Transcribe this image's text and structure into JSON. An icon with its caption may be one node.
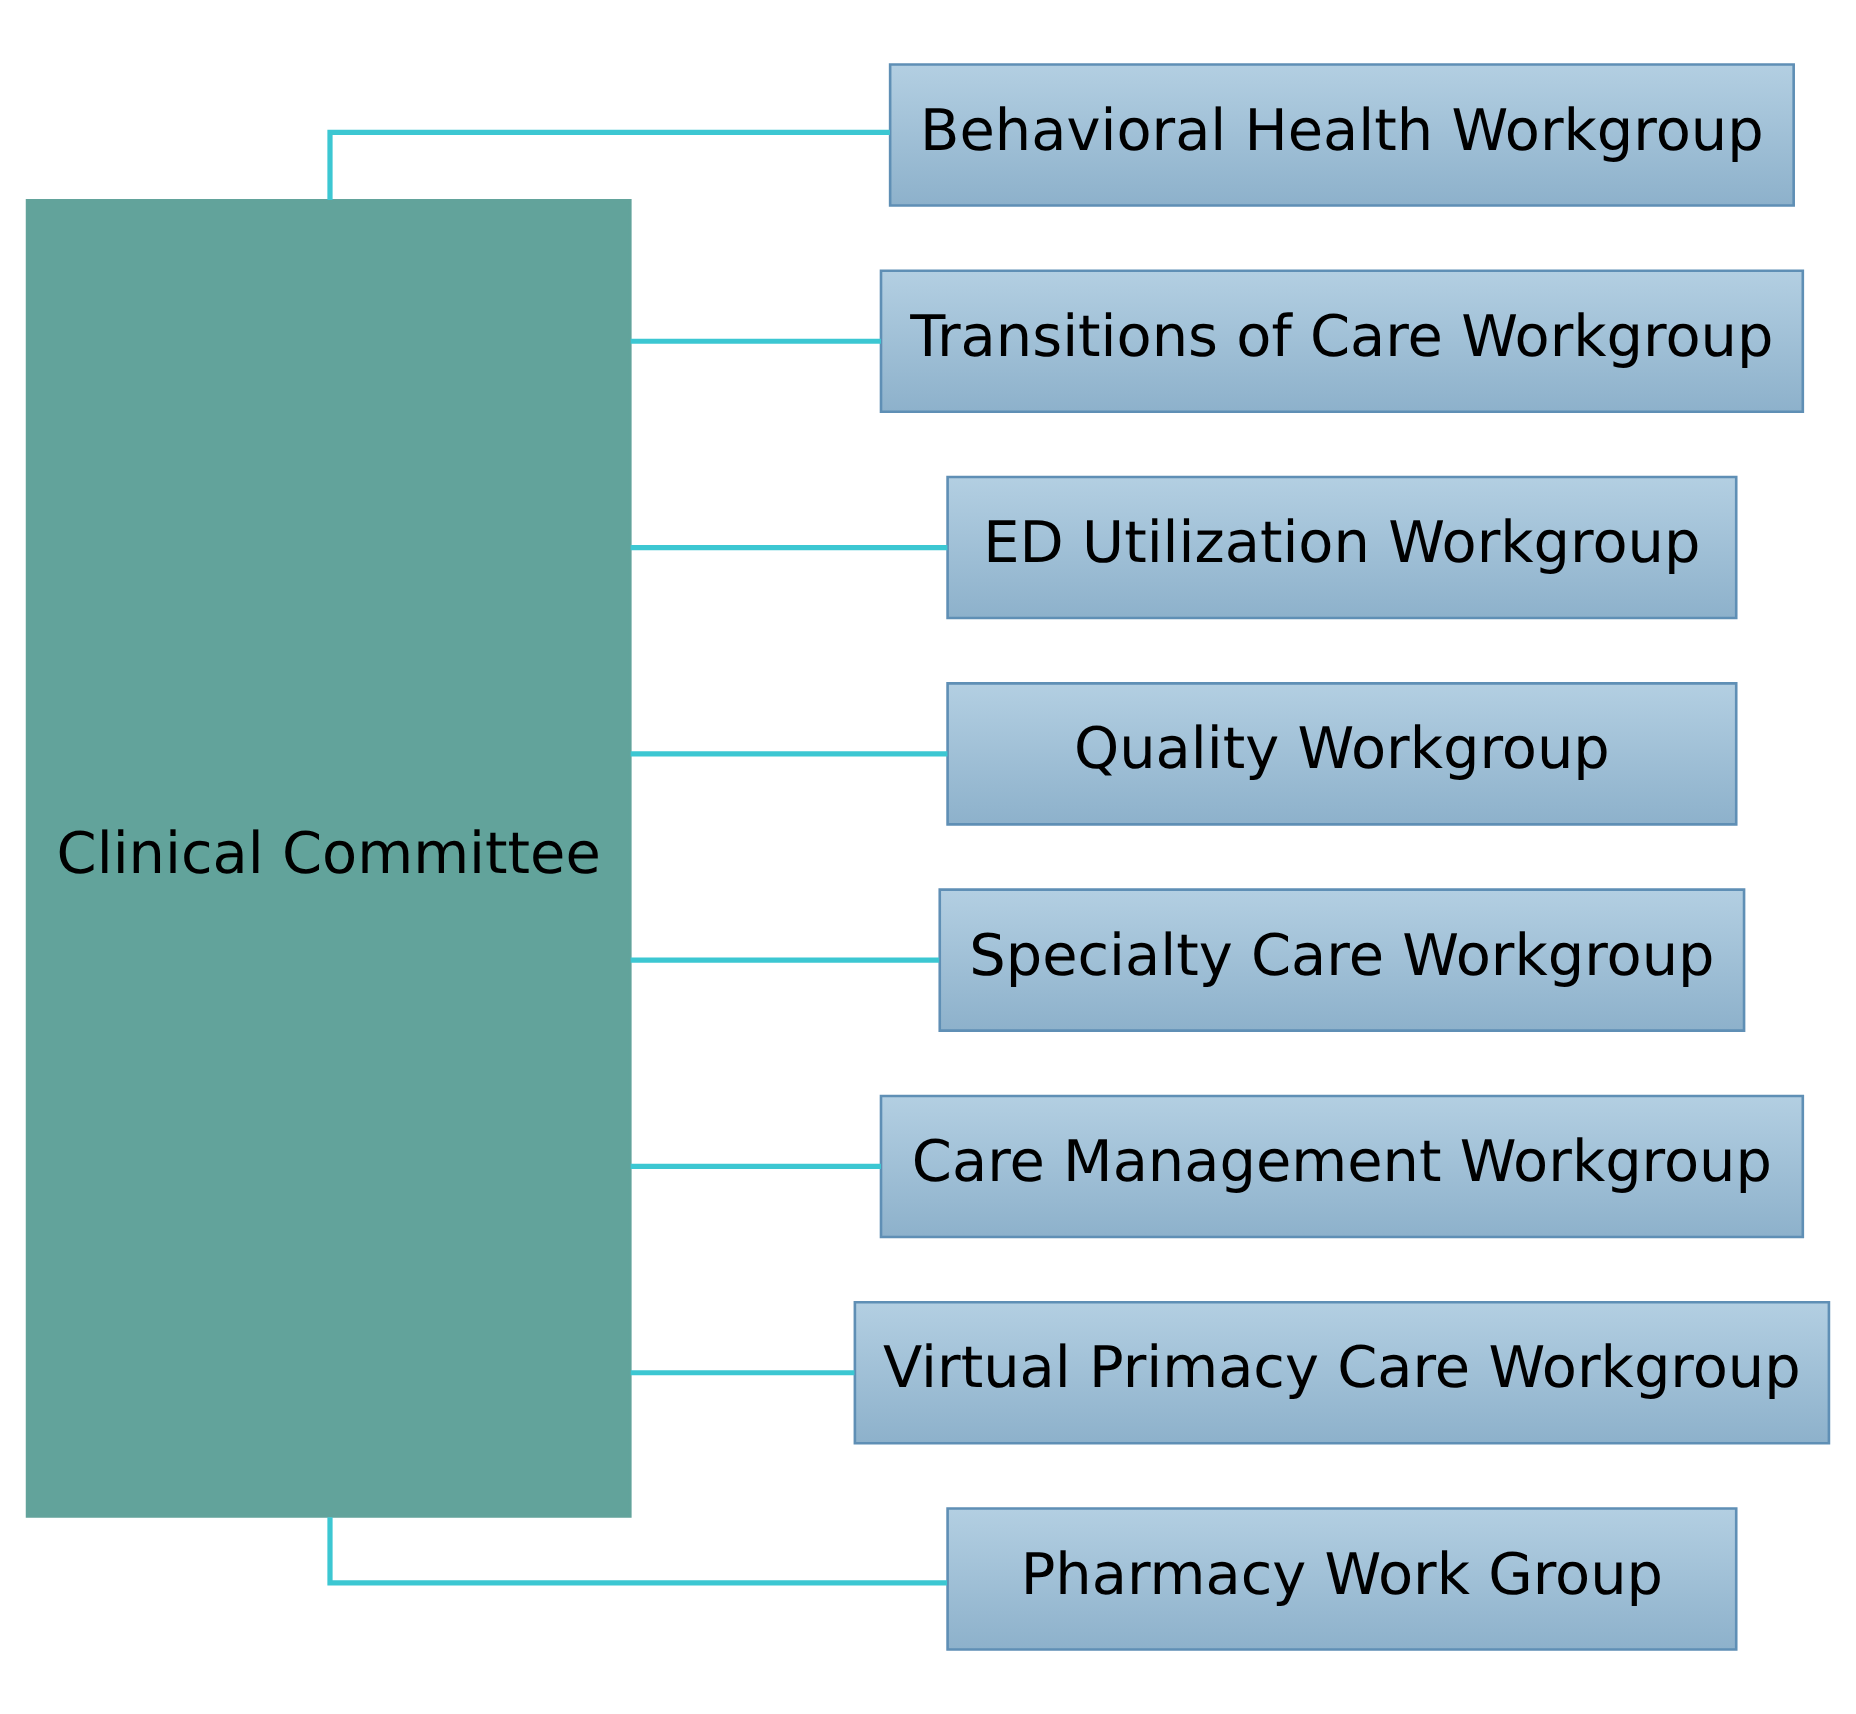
{
  "diagram": {
    "nodes": [
      {
        "text": [
          "Clinical Committee"
        ]
      },
      {
        "text": [
          "Behavioral Health Workgroup"
        ]
      },
      {
        "text": [
          "Transitions of Care Workgroup"
        ]
      },
      {
        "text": [
          "ED Utilization Workgroup"
        ]
      },
      {
        "text": [
          "Quality Workgroup"
        ]
      },
      {
        "text": [
          "Specialty Care Workgroup"
        ]
      },
      {
        "text": [
          "Care Management Workgroup"
        ]
      },
      {
        "text": [
          "Virtual Primacy Care Workgroup"
        ]
      },
      {
        "text": [
          "Pharmacy Work Group"
        ]
      }
    ],
    "edges": [
      {
        "from": 0,
        "to": 1,
        "arrow": "none"
      },
      {
        "from": 0,
        "to": 2,
        "arrow": "none"
      },
      {
        "from": 0,
        "to": 3,
        "arrow": "none"
      },
      {
        "from": 0,
        "to": 4,
        "arrow": "none"
      },
      {
        "from": 0,
        "to": 5,
        "arrow": "none"
      },
      {
        "from": 0,
        "to": 6,
        "arrow": "none"
      },
      {
        "from": 0,
        "to": 7,
        "arrow": "none"
      },
      {
        "from": 0,
        "to": 8,
        "arrow": "none"
      }
    ]
  }
}
